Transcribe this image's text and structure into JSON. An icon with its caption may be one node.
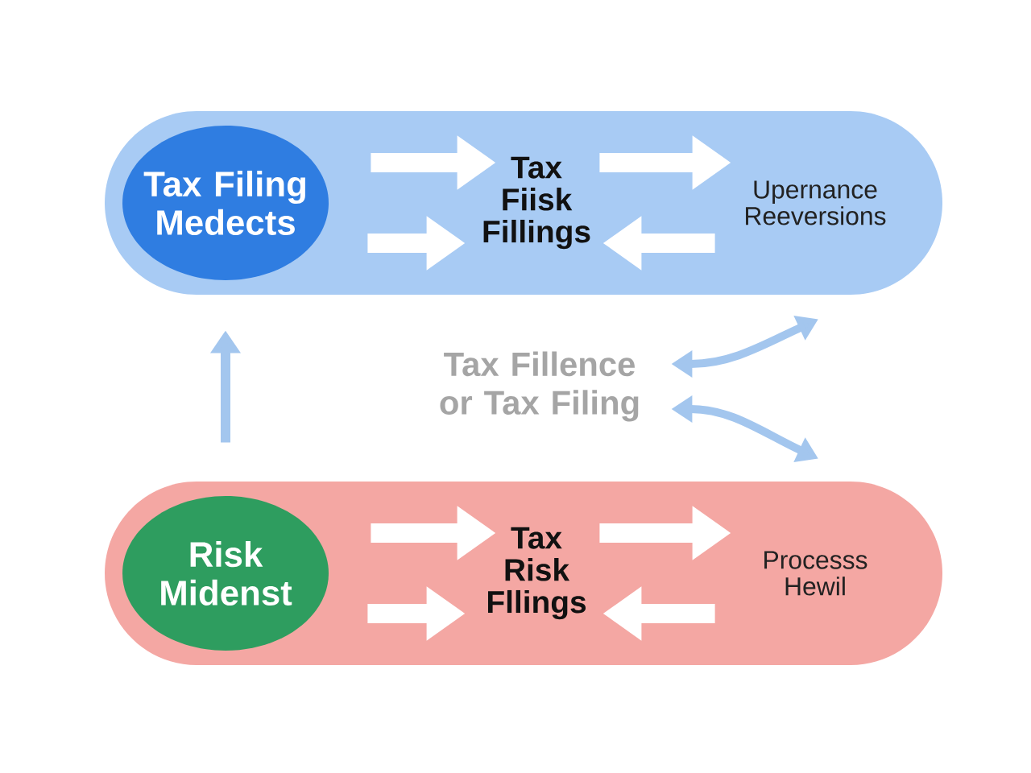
{
  "diagram": {
    "nodes": [
      {
        "text": [],
        "shape": "band"
      },
      {
        "text": [
          "Tax Filing Medects"
        ],
        "in": 0
      },
      {
        "text": [
          "Tax Fiisk Fillings"
        ],
        "in": 0
      },
      {
        "text": [
          "Upernance Reeversions"
        ],
        "in": 0
      },
      {
        "text": [
          "Tax Fillence or Tax Filing"
        ]
      },
      {
        "text": [],
        "shape": "band"
      },
      {
        "text": [
          "Risk Midenst"
        ],
        "in": 5
      },
      {
        "text": [
          "Tax Risk Fllings"
        ],
        "in": 5
      },
      {
        "text": [
          "Processs Hewil"
        ],
        "in": 5
      }
    ],
    "edges": [
      {
        "from": 1,
        "to": 2,
        "arrow": "to"
      },
      {
        "from": 2,
        "to": 3,
        "arrow": "to"
      },
      {
        "from": 1,
        "to": 2,
        "arrow": "to"
      },
      {
        "from": 3,
        "to": 2,
        "arrow": "to"
      },
      {
        "from": 5,
        "to": 0,
        "arrow": "to",
        "color": "#a3c6ee"
      },
      {
        "from": 4,
        "to": 0,
        "arrow": "both",
        "color": "#a3c6ee"
      },
      {
        "from": 4,
        "to": 5,
        "arrow": "both",
        "color": "#a3c6ee"
      },
      {
        "from": 6,
        "to": 7,
        "arrow": "to"
      },
      {
        "from": 7,
        "to": 8,
        "arrow": "to"
      },
      {
        "from": 6,
        "to": 7,
        "arrow": "to"
      },
      {
        "from": 8,
        "to": 7,
        "arrow": "to"
      }
    ]
  }
}
